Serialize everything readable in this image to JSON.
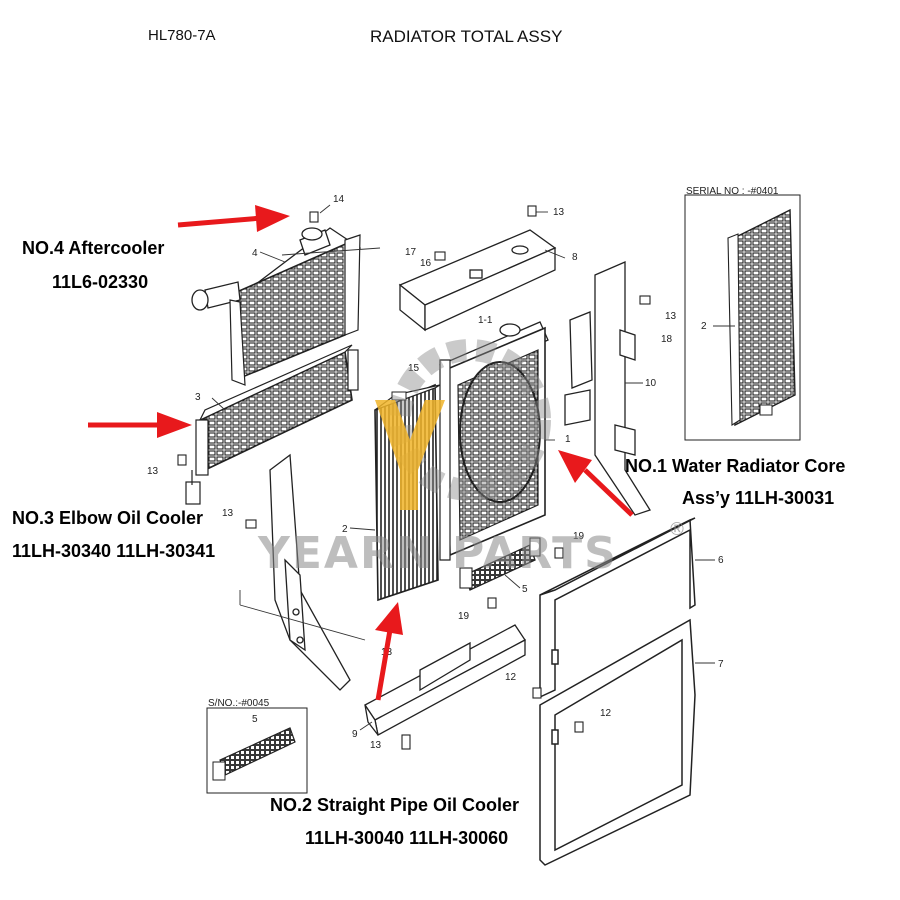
{
  "header": {
    "model": "HL780-7A",
    "title": "RADIATOR TOTAL ASSY"
  },
  "callouts": {
    "aftercooler": {
      "line1": "NO.4 Aftercooler",
      "line2": "11L6-02330"
    },
    "elbow_oil_cooler": {
      "line1": "NO.3 Elbow Oil Cooler",
      "line2": "11LH-30340 11LH-30341"
    },
    "water_radiator": {
      "line1": "NO.1 Water Radiator Core",
      "line2": "Ass’y 11LH-30031"
    },
    "straight_pipe_oil_cooler": {
      "line1": "NO.2 Straight Pipe Oil Cooler",
      "line2": "11LH-30040 11LH-30060"
    }
  },
  "inset_serial": "SERIAL NO : -#0401",
  "inset_sno": "S/NO.:-#0045",
  "watermark": "YEARN PARTS",
  "watermark_mark": "®",
  "part_numbers": {
    "p14": "14",
    "p13a": "13",
    "p17": "17",
    "p16": "16",
    "p8": "8",
    "p4": "4",
    "p1_1": "1-1",
    "p15": "15",
    "p3": "3",
    "p13b": "13",
    "p13c": "13",
    "p2": "2",
    "p1": "1",
    "p10": "10",
    "p13d": "13",
    "p18": "18",
    "p2_inset": "2",
    "p6": "6",
    "p7": "7",
    "p19a": "19",
    "p19b": "19",
    "p5": "5",
    "p12a": "12",
    "p12b": "12",
    "p9": "9",
    "p13e": "13",
    "p5_inset": "5",
    "p13f": "13"
  },
  "colors": {
    "arrow": "#e8191c",
    "line": "#2a2a2a",
    "watermark": "#8a8a8a",
    "logo_gold": "#f0b429"
  }
}
